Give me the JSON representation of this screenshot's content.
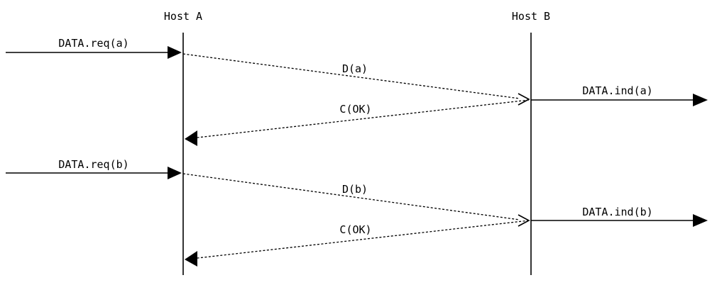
{
  "hosts": {
    "a_label": "Host A",
    "b_label": "Host B"
  },
  "exchanges": [
    {
      "request_label": "DATA.req(a)",
      "data_label": "D(a)",
      "indication_label": "DATA.ind(a)",
      "ack_label": "C(OK)"
    },
    {
      "request_label": "DATA.req(b)",
      "data_label": "D(b)",
      "indication_label": "DATA.ind(b)",
      "ack_label": "C(OK)"
    }
  ]
}
